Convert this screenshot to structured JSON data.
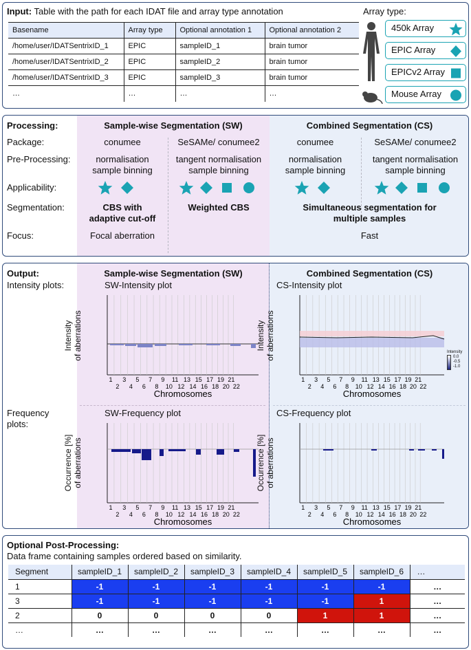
{
  "input": {
    "heading": "Input:",
    "desc": "Table with the path for each IDAT file and array type annotation",
    "columns": [
      "Basename",
      "Array type",
      "Optional annotation 1",
      "Optional annotation 2"
    ],
    "rows": [
      [
        "/home/user/IDATSentrixID_1",
        "EPIC",
        "sampleID_1",
        "brain tumor"
      ],
      [
        "/home/user/IDATSentrixID_2",
        "EPIC",
        "sampleID_2",
        "brain tumor"
      ],
      [
        "/home/user/IDATSentrixID_3",
        "EPIC",
        "sampleID_3",
        "brain tumor"
      ],
      [
        "…",
        "…",
        "…",
        "…"
      ]
    ],
    "array_type_label": "Array type:",
    "arrays": [
      {
        "label": "450k Array",
        "icon": "star-icon"
      },
      {
        "label": "EPIC Array",
        "icon": "diamond-icon"
      },
      {
        "label": "EPICv2 Array",
        "icon": "square-icon"
      },
      {
        "label": "Mouse Array",
        "icon": "circle-icon"
      }
    ],
    "accent_color": "#1aa3b3"
  },
  "processing": {
    "heading": "Processing:",
    "sw_title": "Sample-wise Segmentation (SW)",
    "cs_title": "Combined Segmentation (CS)",
    "row_labels": [
      "Package:",
      "Pre-Processing:",
      "Applicability:",
      "Segmentation:",
      "Focus:"
    ],
    "sw_a": {
      "package": "conumee",
      "pre1": "normalisation",
      "pre2": "sample binning"
    },
    "sw_b": {
      "package": "SeSAMe/ conumee2",
      "pre1": "tangent normalisation",
      "pre2": "sample binning"
    },
    "cs_a": {
      "package": "conumee",
      "pre1": "normalisation",
      "pre2": "sample binning"
    },
    "cs_b": {
      "package": "SeSAMe/ conumee2",
      "pre1": "tangent normalisation",
      "pre2": "sample binning"
    },
    "sw_a_seg1": "CBS with",
    "sw_a_seg2": "adaptive cut-off",
    "sw_b_seg": "Weighted CBS",
    "cs_seg1": "Simultaneous segmentation for",
    "cs_seg2": "multiple samples",
    "sw_focus": "Focal aberration",
    "cs_focus": "Fast",
    "sw_bg_color": "#f1e4f5",
    "cs_bg_color": "#e9eff9"
  },
  "output": {
    "heading": "Output:",
    "sw_title": "Sample-wise Segmentation (SW)",
    "cs_title": "Combined Segmentation (CS)",
    "intensity_label": "Intensity plots:",
    "frequency_label1": "Frequency",
    "frequency_label2": "plots:",
    "sw_intensity_title": "SW-Intensity plot",
    "cs_intensity_title": "CS-Intensity plot",
    "sw_frequency_title": "SW-Frequency plot",
    "cs_frequency_title": "CS-Frequency plot",
    "intensity_ylabel1": "Intensity",
    "intensity_ylabel2": "of aberrations",
    "frequency_ylabel1": "Occurrence [%]",
    "frequency_ylabel2": "of aberrations",
    "xlabel": "Chromosomes",
    "chrom_top": [
      "1",
      "3",
      "5",
      "7",
      "9",
      "11",
      "13",
      "15",
      "17",
      "19",
      "21"
    ],
    "chrom_bottom": [
      "2",
      "4",
      "6",
      "8",
      "10",
      "12",
      "14",
      "16",
      "18",
      "20",
      "22"
    ],
    "legend_title": "Intensity",
    "legend_ticks": [
      "0.0",
      "-0.5",
      "-1.0"
    ]
  },
  "post": {
    "heading": "Optional Post-Processing:",
    "desc": "Data frame containing samples ordered based on similarity.",
    "columns": [
      "Segment",
      "sampleID_1",
      "sampleID_2",
      "sampleID_3",
      "sampleID_4",
      "sampleID_5",
      "sampleID_6",
      "…"
    ],
    "rows": [
      [
        "1",
        "-1",
        "-1",
        "-1",
        "-1",
        "-1",
        "-1",
        "…"
      ],
      [
        "3",
        "-1",
        "-1",
        "-1",
        "-1",
        "-1",
        "1",
        "…"
      ],
      [
        "2",
        "0",
        "0",
        "0",
        "0",
        "1",
        "1",
        "…"
      ],
      [
        "…",
        "…",
        "…",
        "…",
        "…",
        "…",
        "…",
        "…"
      ]
    ],
    "neg_color": "#1a3ef0",
    "pos_color": "#d0140c"
  }
}
